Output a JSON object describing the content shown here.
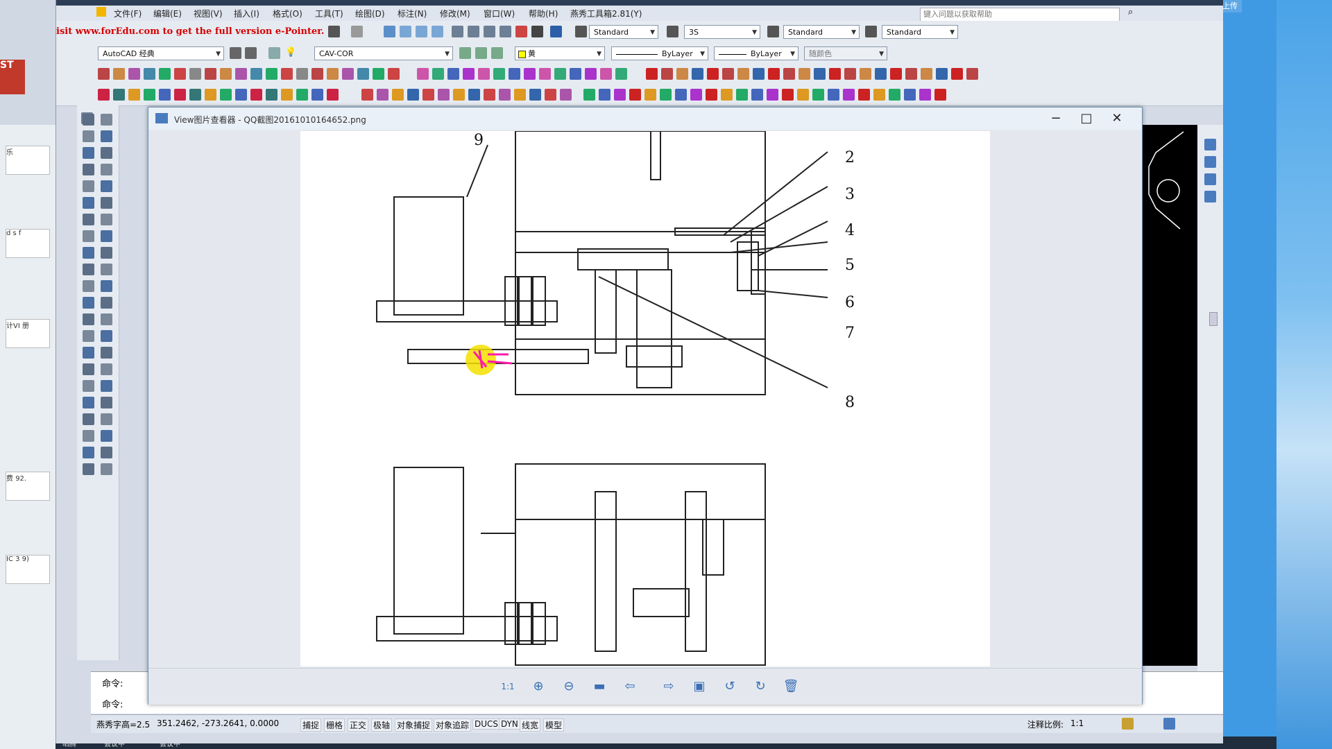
{
  "desktop": {
    "left_labels": [
      "乐",
      "d",
      "s f",
      "计VI",
      "册",
      "费",
      "92.",
      "IC 3",
      "9)"
    ],
    "bottom_labels": [
      "晒腾",
      "会议中",
      "会议中"
    ]
  },
  "cad": {
    "menu": [
      "文件(F)",
      "编辑(E)",
      "视图(V)",
      "插入(I)",
      "格式(O)",
      "工具(T)",
      "绘图(D)",
      "标注(N)",
      "修改(M)",
      "窗口(W)",
      "帮助(H)",
      "燕秀工具箱2.81(Y)"
    ],
    "help_placeholder": "键入问题以获取帮助",
    "upload_label": "拖拽上传",
    "watermark": "isit www.forEdu.com to get the full version e-Pointer.",
    "combos": {
      "text_style": "Standard",
      "dim_style": "3S",
      "table_style": "Standard",
      "multileader_style": "Standard",
      "workspace": "AutoCAD 经典",
      "layer": "CAV-COR",
      "color": "黄",
      "linetype": "ByLayer",
      "lineweight": "ByLayer",
      "plotstyle": "随颜色"
    },
    "command_lines": [
      "命令:",
      "命令:"
    ],
    "status": {
      "text_height": "燕秀字高=2.5",
      "coords": "351.2462, -273.2641, 0.0000",
      "toggles": [
        "捕捉",
        "栅格",
        "正交",
        "极轴",
        "对象捕捉",
        "对象追踪",
        "DUCS",
        "DYN",
        "线宽",
        "模型"
      ],
      "annotation_scale_label": "注释比例:",
      "annotation_scale": "1:1"
    }
  },
  "viewer": {
    "title": "View图片查看器 - QQ截图20161010164652.png",
    "part_numbers": [
      "9",
      "2",
      "3",
      "4",
      "5",
      "6",
      "7",
      "8"
    ],
    "toolbar": [
      "1:1",
      "zoom-in",
      "zoom-out",
      "open-folder",
      "previous",
      "next",
      "save",
      "rotate-left",
      "rotate-right",
      "delete"
    ]
  },
  "colors": {
    "accent": "#3a6fb5",
    "watermark": "#d40000",
    "highlight": "#f5e000",
    "annotation": "#ff1aa8"
  }
}
